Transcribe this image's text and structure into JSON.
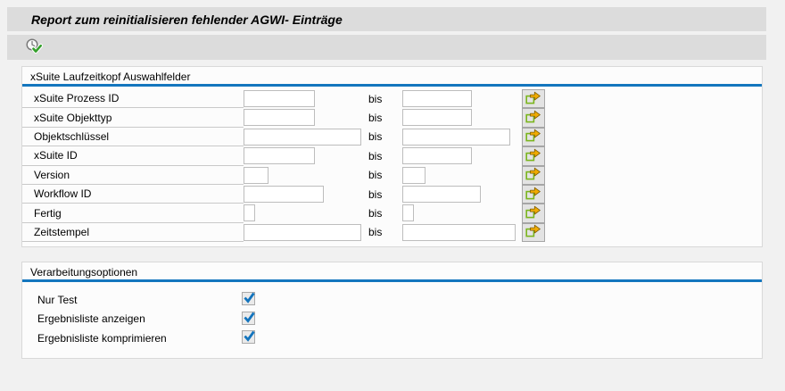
{
  "title": "Report zum reinitialisieren fehlender AGWI- Einträge",
  "toolbar": {
    "execute_icon": "execute-icon"
  },
  "selection_group": {
    "title": "xSuite Laufzeitkopf Auswahlfelder",
    "bis_label": "bis",
    "rows": [
      {
        "label": "xSuite Prozess ID",
        "from_value": "",
        "to_value": ""
      },
      {
        "label": "xSuite Objekttyp",
        "from_value": "",
        "to_value": ""
      },
      {
        "label": "Objektschlüssel",
        "from_value": "",
        "to_value": ""
      },
      {
        "label": "xSuite ID",
        "from_value": "",
        "to_value": ""
      },
      {
        "label": "Version",
        "from_value": "",
        "to_value": ""
      },
      {
        "label": "Workflow ID",
        "from_value": "",
        "to_value": ""
      },
      {
        "label": "Fertig",
        "from_value": "",
        "to_value": ""
      },
      {
        "label": "Zeitstempel",
        "from_value": "",
        "to_value": ""
      }
    ]
  },
  "options_group": {
    "title": "Verarbeitungsoptionen",
    "checkboxes": [
      {
        "label": "Nur Test",
        "checked": true
      },
      {
        "label": "Ergebnisliste anzeigen",
        "checked": true
      },
      {
        "label": "Ergebnisliste komprimieren",
        "checked": true
      }
    ]
  },
  "colors": {
    "accent_blue": "#1476BE",
    "checkmark_blue": "#1374BD",
    "icon_green": "#7AB51D",
    "icon_gold": "#F0AB00",
    "execute_check_green": "#35A02C"
  }
}
